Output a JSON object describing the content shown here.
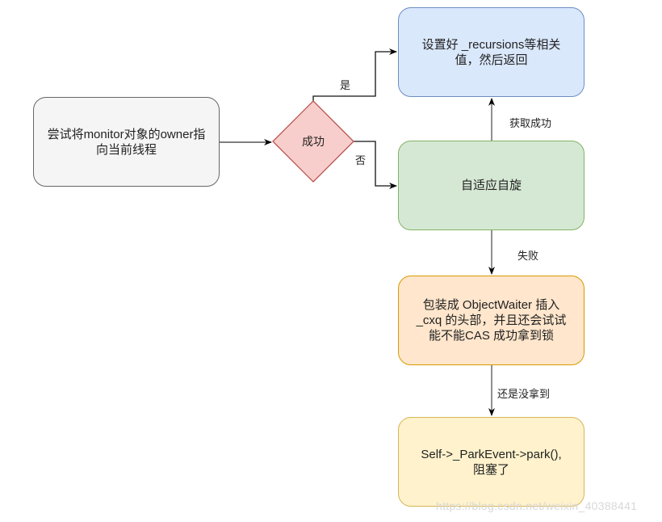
{
  "nodes": {
    "start": {
      "label": "尝试将monitor对象的owner指\n向当前线程",
      "fill": "#f5f5f5",
      "stroke": "#666666"
    },
    "decision": {
      "label": "成功",
      "fill": "#f8cecc",
      "stroke": "#b85450"
    },
    "set_recursions": {
      "label": "设置好 _recursions等相关\n值，然后返回",
      "fill": "#dae8fc",
      "stroke": "#6c8ebf"
    },
    "adaptive_spin": {
      "label": "自适应自旋",
      "fill": "#d5e8d4",
      "stroke": "#82b366"
    },
    "wrap_waiter": {
      "label": "包装成 ObjectWaiter 插入\n_cxq 的头部，并且还会试试\n能不能CAS 成功拿到锁",
      "fill": "#ffe6cc",
      "stroke": "#d79b00"
    },
    "park": {
      "label": "Self->_ParkEvent->park(),\n阻塞了",
      "fill": "#fff2cc",
      "stroke": "#d6b656"
    }
  },
  "edges": {
    "yes": "是",
    "no": "否",
    "acquired": "获取成功",
    "failed": "失败",
    "still_not": "还是没拿到"
  },
  "watermark": "https://blog.csdn.net/weixin_40388441"
}
